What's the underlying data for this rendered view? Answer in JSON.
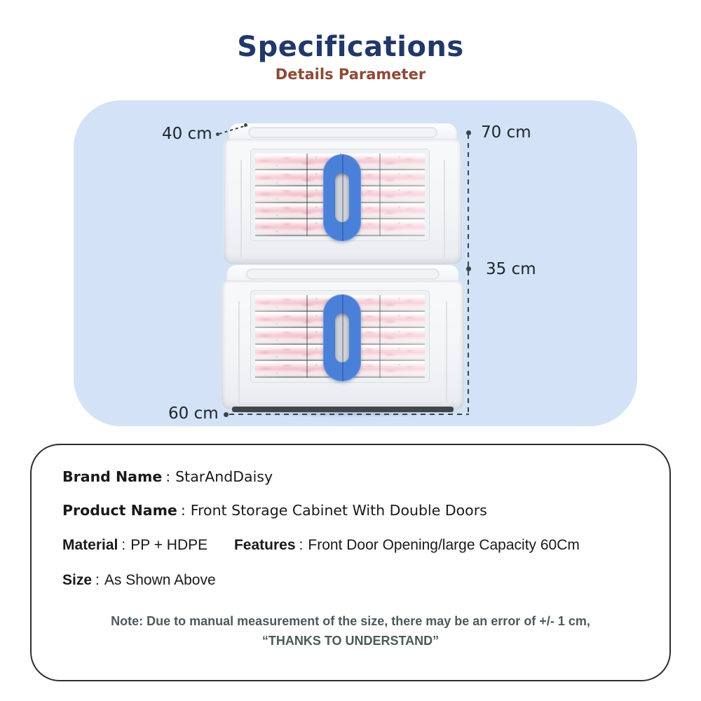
{
  "colors": {
    "panel_bg": "#d3e2f6",
    "title": "#22386a",
    "subtitle": "#8d4a36",
    "handle_blue": "#4a80d8",
    "dimension_line": "#3b4447",
    "spec_text": "#191919",
    "note_text": "#4b5a5b"
  },
  "header": {
    "title": "Specifications",
    "subtitle": "Details Parameter"
  },
  "diagram": {
    "dimensions": {
      "depth": "40 cm",
      "total_height": "70 cm",
      "unit_height": "35 cm",
      "width": "60 cm"
    }
  },
  "specs": {
    "separator": ":",
    "rows": [
      [
        {
          "label": "Brand Name",
          "value": "StarAndDaisy"
        }
      ],
      [
        {
          "label": "Product Name",
          "value": "Front Storage Cabinet With Double Doors"
        }
      ],
      [
        {
          "label": "Material",
          "value": "PP + HDPE"
        },
        {
          "label": "Features",
          "value": "Front Door Opening/large Capacity 60Cm"
        }
      ],
      [
        {
          "label": "Size",
          "value": "As Shown Above"
        }
      ]
    ]
  },
  "note": {
    "line1": "Note: Due to manual measurement of the size, there may be an error of +/- 1 cm,",
    "line2": "“THANKS TO UNDERSTAND”"
  }
}
